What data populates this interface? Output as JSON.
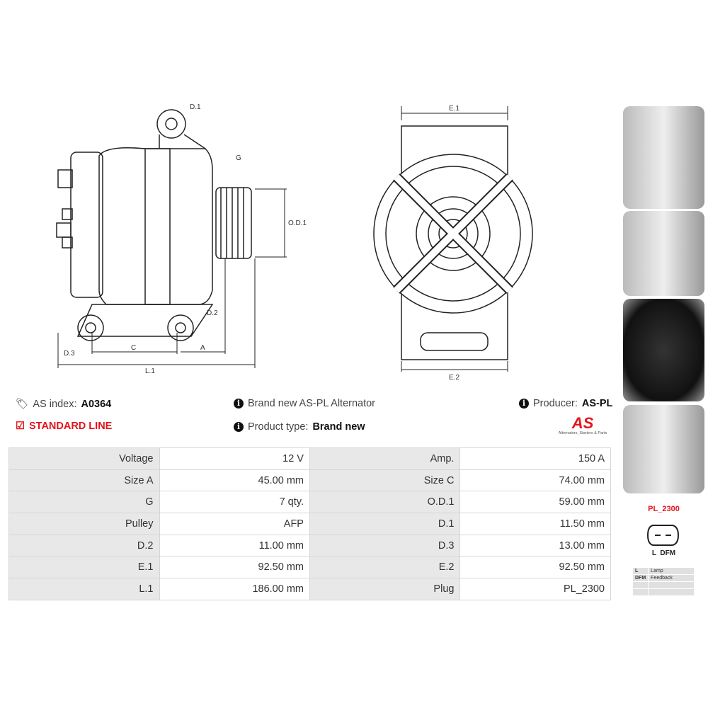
{
  "drawing": {
    "labels": {
      "d1": "D.1",
      "g": "G",
      "od1": "O.D.1",
      "d2": "D.2",
      "d3": "D.3",
      "c": "C",
      "a": "A",
      "l1": "L.1",
      "e1": "E.1",
      "e2": "E.2"
    }
  },
  "info": {
    "as_index_label": "AS index:",
    "as_index": "A0364",
    "standard_line": "STANDARD LINE",
    "description": "Brand new AS-PL Alternator",
    "product_type_label": "Product type:",
    "product_type": "Brand new",
    "producer_label": "Producer:",
    "producer": "AS-PL",
    "logo_text": "AS",
    "logo_tagline": "Alternators, Starters & Parts"
  },
  "specs": [
    [
      "Voltage",
      "12 V",
      "Amp.",
      "150 A"
    ],
    [
      "Size A",
      "45.00 mm",
      "Size C",
      "74.00 mm"
    ],
    [
      "G",
      "7 qty.",
      "O.D.1",
      "59.00 mm"
    ],
    [
      "Pulley",
      "AFP",
      "D.1",
      "11.50 mm"
    ],
    [
      "D.2",
      "11.00 mm",
      "D.3",
      "13.00 mm"
    ],
    [
      "E.1",
      "92.50 mm",
      "E.2",
      "92.50 mm"
    ],
    [
      "L.1",
      "186.00 mm",
      "Plug",
      "PL_2300"
    ]
  ],
  "plug": {
    "name": "PL_2300",
    "pins": "L  DFM",
    "table": [
      [
        "L",
        "Lamp"
      ],
      [
        "DFM",
        "Feedback"
      ],
      [
        "",
        ""
      ],
      [
        "",
        ""
      ]
    ]
  },
  "colors": {
    "accent": "#e4141b"
  }
}
